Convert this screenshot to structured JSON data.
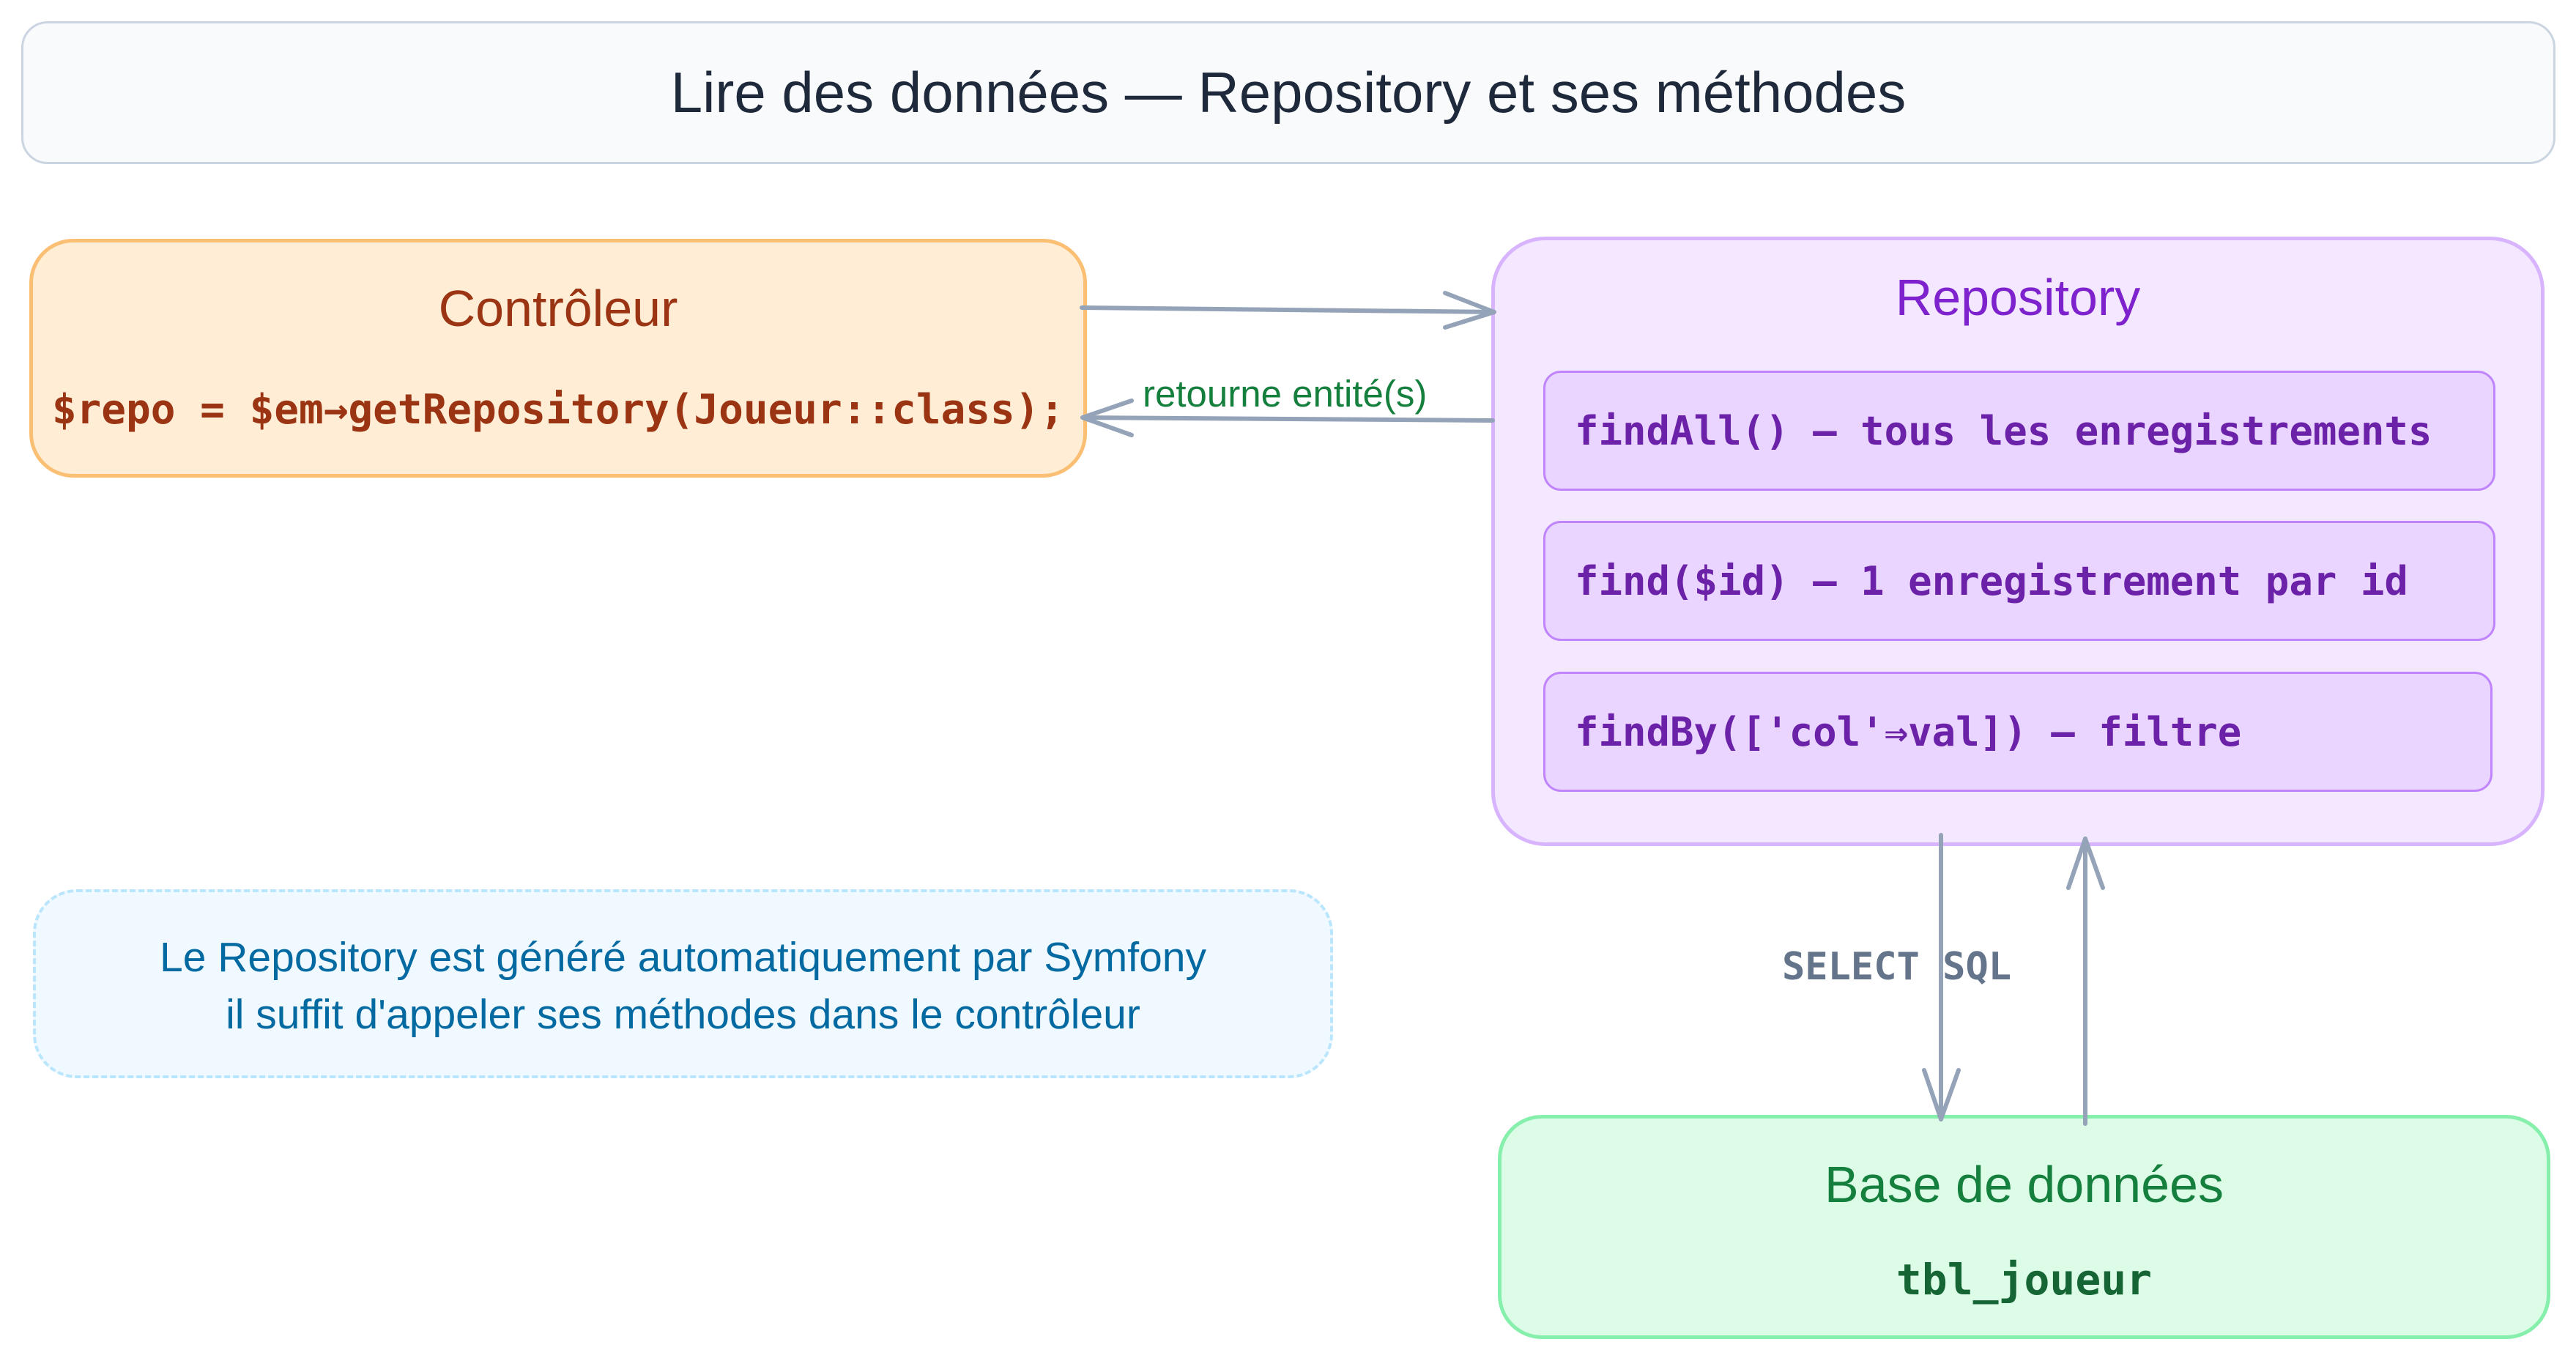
{
  "title": "Lire des données — Repository et ses méthodes",
  "controller": {
    "title": "Contrôleur",
    "code": "$repo = $em→getRepository(Joueur::class);"
  },
  "repository": {
    "title": "Repository",
    "methods": [
      "findAll() – tous les enregistrements",
      "find($id) – 1 enregistrement par id",
      "findBy(['col'⇒val]) – filtre"
    ]
  },
  "note": {
    "lines": [
      "Le Repository est généré automatiquement par Symfony",
      "il suffit d'appeler ses méthodes dans le contrôleur"
    ]
  },
  "database": {
    "title": "Base de données",
    "table": "tbl_joueur"
  },
  "edges": {
    "return_label": "retourne entité(s)",
    "sql_label": "SELECT SQL"
  },
  "colors": {
    "arrow": "#94a3b8",
    "controller_fill": "#ffedd5",
    "repository_fill": "#f3e8ff",
    "database_fill": "#dcfce7",
    "note_fill": "#f0f9ff"
  }
}
